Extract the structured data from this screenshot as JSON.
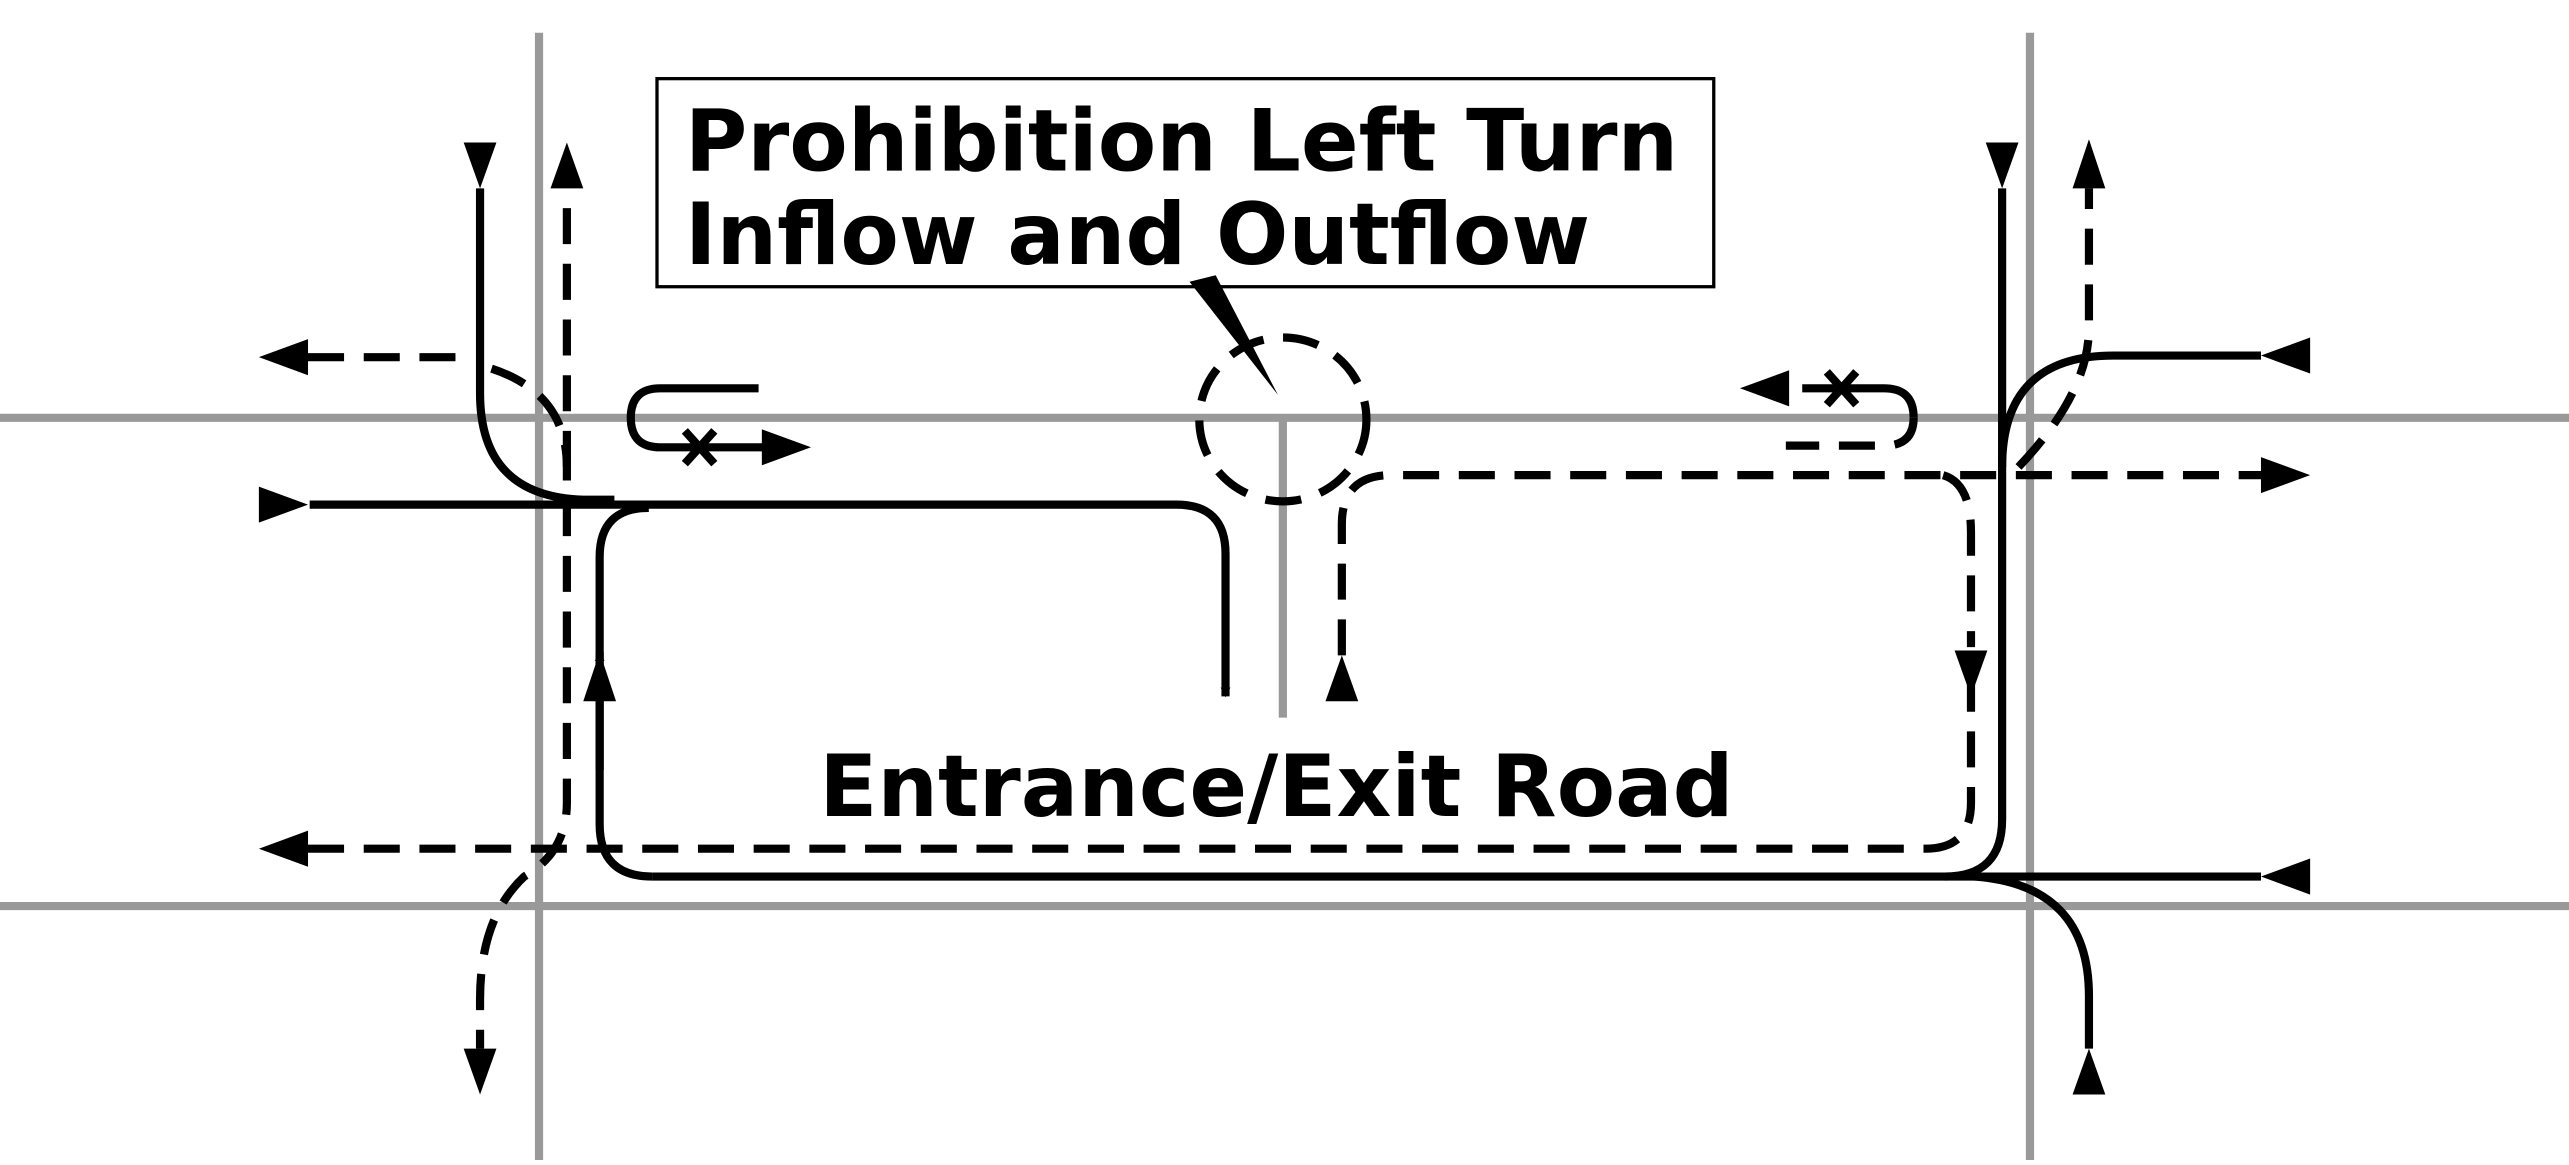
{
  "callout": {
    "line1": "Prohibition Left Turn",
    "line2": "Inflow and Outflow"
  },
  "road_label": "Entrance/Exit Road",
  "colors": {
    "road": "#999999",
    "flow": "#000000",
    "background": "#ffffff"
  },
  "legend_semantics": {
    "solid_line": "inflow",
    "dashed_line": "outflow",
    "cross_mark": "prohibited"
  }
}
